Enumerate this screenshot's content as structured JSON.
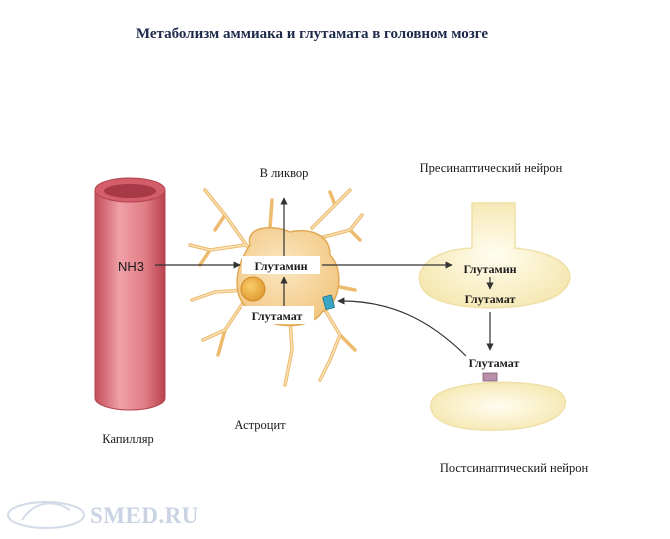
{
  "title": "Метаболизм аммиака и глутамата в головном мозге",
  "labels": {
    "to_csf": "В ликвор",
    "presynaptic": "Пресинаптический нейрон",
    "postsynaptic": "Постсинаптический нейрон",
    "capillary": "Капилляр",
    "astrocyte": "Астроцит",
    "nh3": "NH3",
    "glutamine_astro": "Глутамин",
    "glutamate_astro": "Глутамат",
    "glutamine_pre": "Глутамин",
    "glutamate_pre": "Глутамат",
    "glutamate_cleft": "Глутамат"
  },
  "watermark": {
    "text": "SMED.RU"
  },
  "colors": {
    "capillary": "#e0737c",
    "astrocyte": "#f3cf8f",
    "nucleus": "#efb24a",
    "neuron": "#fbf2c9",
    "arrow": "#333333",
    "transporter": "#3aa6c6",
    "receptor": "#b98ea9"
  }
}
